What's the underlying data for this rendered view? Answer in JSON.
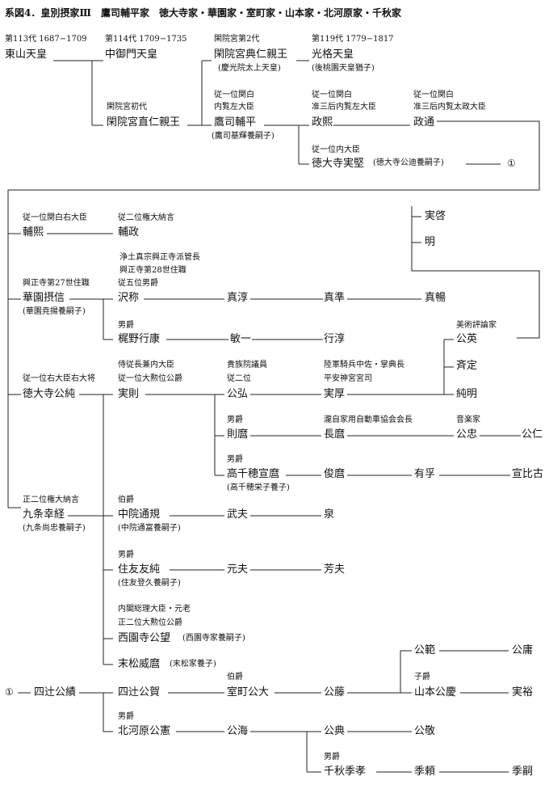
{
  "title": "系図4．皇別摂家Ⅲ　鷹司輔平家　徳大寺家・華園家・室町家・山本家・北河原家・千秋家",
  "circle_ref": "①",
  "persons": {
    "higashiyama": {
      "note": "第113代 1687−1709",
      "name": "東山天皇"
    },
    "nakamikado": {
      "note": "第114代 1709−1735",
      "name": "中御門天皇"
    },
    "naohito": {
      "note": "閑院宮初代",
      "name": "閑院宮直仁親王"
    },
    "sukehito": {
      "note": "閑院宮第2代",
      "name": "閑院宮典仁親王",
      "sub": "(慶光院太上天皇)"
    },
    "kokaku": {
      "note": "第119代 1779−1817",
      "name": "光格天皇",
      "sub": "(後桃園天皇猶子)"
    },
    "sukehira": {
      "note1": "従一位関白",
      "note2": "内覧左大臣",
      "name": "鷹司輔平",
      "sub": "(鷹司基輝養嗣子)"
    },
    "masahiro": {
      "note1": "従一位関白",
      "note2": "准三后内覧左大臣",
      "name": "政熙"
    },
    "masamichi": {
      "note1": "従一位関白",
      "note2": "准三后内覧太政大臣",
      "name": "政通"
    },
    "sanekata": {
      "note": "従一位内大臣",
      "name": "徳大寺実堅",
      "sub": "(徳大寺公迪養嗣子)"
    },
    "sukehiro": {
      "note": "従一位関白右大臣",
      "name": "輔熙"
    },
    "sukemasa": {
      "note": "従二位権大納言",
      "name": "輔政"
    },
    "sanehiro": {
      "name": "実啓"
    },
    "akira": {
      "name": "明"
    },
    "shinshin": {
      "note": "興正寺第27世住職",
      "name": "華園摂信",
      "sub": "(華園尭揚養嗣子)"
    },
    "takusho": {
      "note1": "浄土真宗興正寺派管長",
      "note2": "興正寺第28世住職",
      "note3": "従五位男爵",
      "name": "沢称"
    },
    "shinjun": {
      "name": "真淳"
    },
    "shinjun2": {
      "name": "真準"
    },
    "shincho": {
      "name": "真暢"
    },
    "kajino": {
      "note": "男爵",
      "name": "梶野行康"
    },
    "binichi": {
      "name": "敏一"
    },
    "gyojun": {
      "name": "行淳"
    },
    "kimifusa": {
      "note": "美術評論家",
      "name": "公英"
    },
    "narisada": {
      "name": "斉定"
    },
    "junmei": {
      "name": "純明"
    },
    "kiminori": {
      "note": "従一位右大臣右大将",
      "name": "徳大寺公純"
    },
    "sanetsune": {
      "note1": "侍従長兼内大臣",
      "note2": "従一位大勲位公爵",
      "name": "実則"
    },
    "kimihiro": {
      "note1": "貴族院議員",
      "note2": "従二位",
      "name": "公弘"
    },
    "saneatsu": {
      "note1": "陸軍騎兵中佐・掌典長",
      "note2": "平安神宮宮司",
      "name": "実厚"
    },
    "norimaro": {
      "note": "男爵",
      "name": "則麿"
    },
    "nagamaro": {
      "note": "瀧自家用自動車協会会長",
      "name": "長麿"
    },
    "kimitada": {
      "note": "音楽家",
      "name": "公忠"
    },
    "kimihito": {
      "name": "公仁"
    },
    "takachiho": {
      "note": "男爵",
      "name": "高千穂宣麿",
      "sub": "(高千穂栄子養子)"
    },
    "toshimaro": {
      "name": "俊麿"
    },
    "arizane": {
      "name": "有孚"
    },
    "norihiko": {
      "name": "宣比古"
    },
    "kujo": {
      "note": "正二位権大納言",
      "name": "九条幸経",
      "sub": "(九条尚忠養嗣子)"
    },
    "nakanoin": {
      "note": "伯爵",
      "name": "中院通規",
      "sub": "(中院通富養嗣子)"
    },
    "takeo": {
      "name": "武夫"
    },
    "izumi": {
      "name": "泉"
    },
    "sumitomo": {
      "note": "男爵",
      "name": "住友友純",
      "sub": "(住友登久養嗣子)"
    },
    "motoo": {
      "name": "元夫"
    },
    "yoshio": {
      "name": "芳夫"
    },
    "saionji": {
      "note1": "内閣総理大臣・元老",
      "note2": "正二位大勲位公爵",
      "name": "西園寺公望",
      "sub": "(西園寺家養嗣子)"
    },
    "suematsu": {
      "name": "末松威麿",
      "sub": "(末松家養子)"
    },
    "shijo": {
      "name": "四辻公績"
    },
    "shijo_kimiyoshi": {
      "name": "四辻公賀"
    },
    "muromachi": {
      "note": "伯爵",
      "name": "室町公大"
    },
    "kimifuji": {
      "name": "公藤"
    },
    "kiminori2": {
      "name": "公範"
    },
    "kimitsune": {
      "name": "公庸"
    },
    "yamamoto": {
      "note": "子爵",
      "name": "山本公慶"
    },
    "saneyasu": {
      "name": "実裕"
    },
    "kitagawara": {
      "note": "男爵",
      "name": "北河原公憲"
    },
    "kimiumi": {
      "name": "公海"
    },
    "kiminori3": {
      "name": "公典"
    },
    "kimitaka": {
      "name": "公敬"
    },
    "senshu": {
      "note": "男爵",
      "name": "千秋季孝"
    },
    "suenori": {
      "name": "季頼"
    },
    "suetsugu": {
      "name": "季嗣"
    }
  }
}
